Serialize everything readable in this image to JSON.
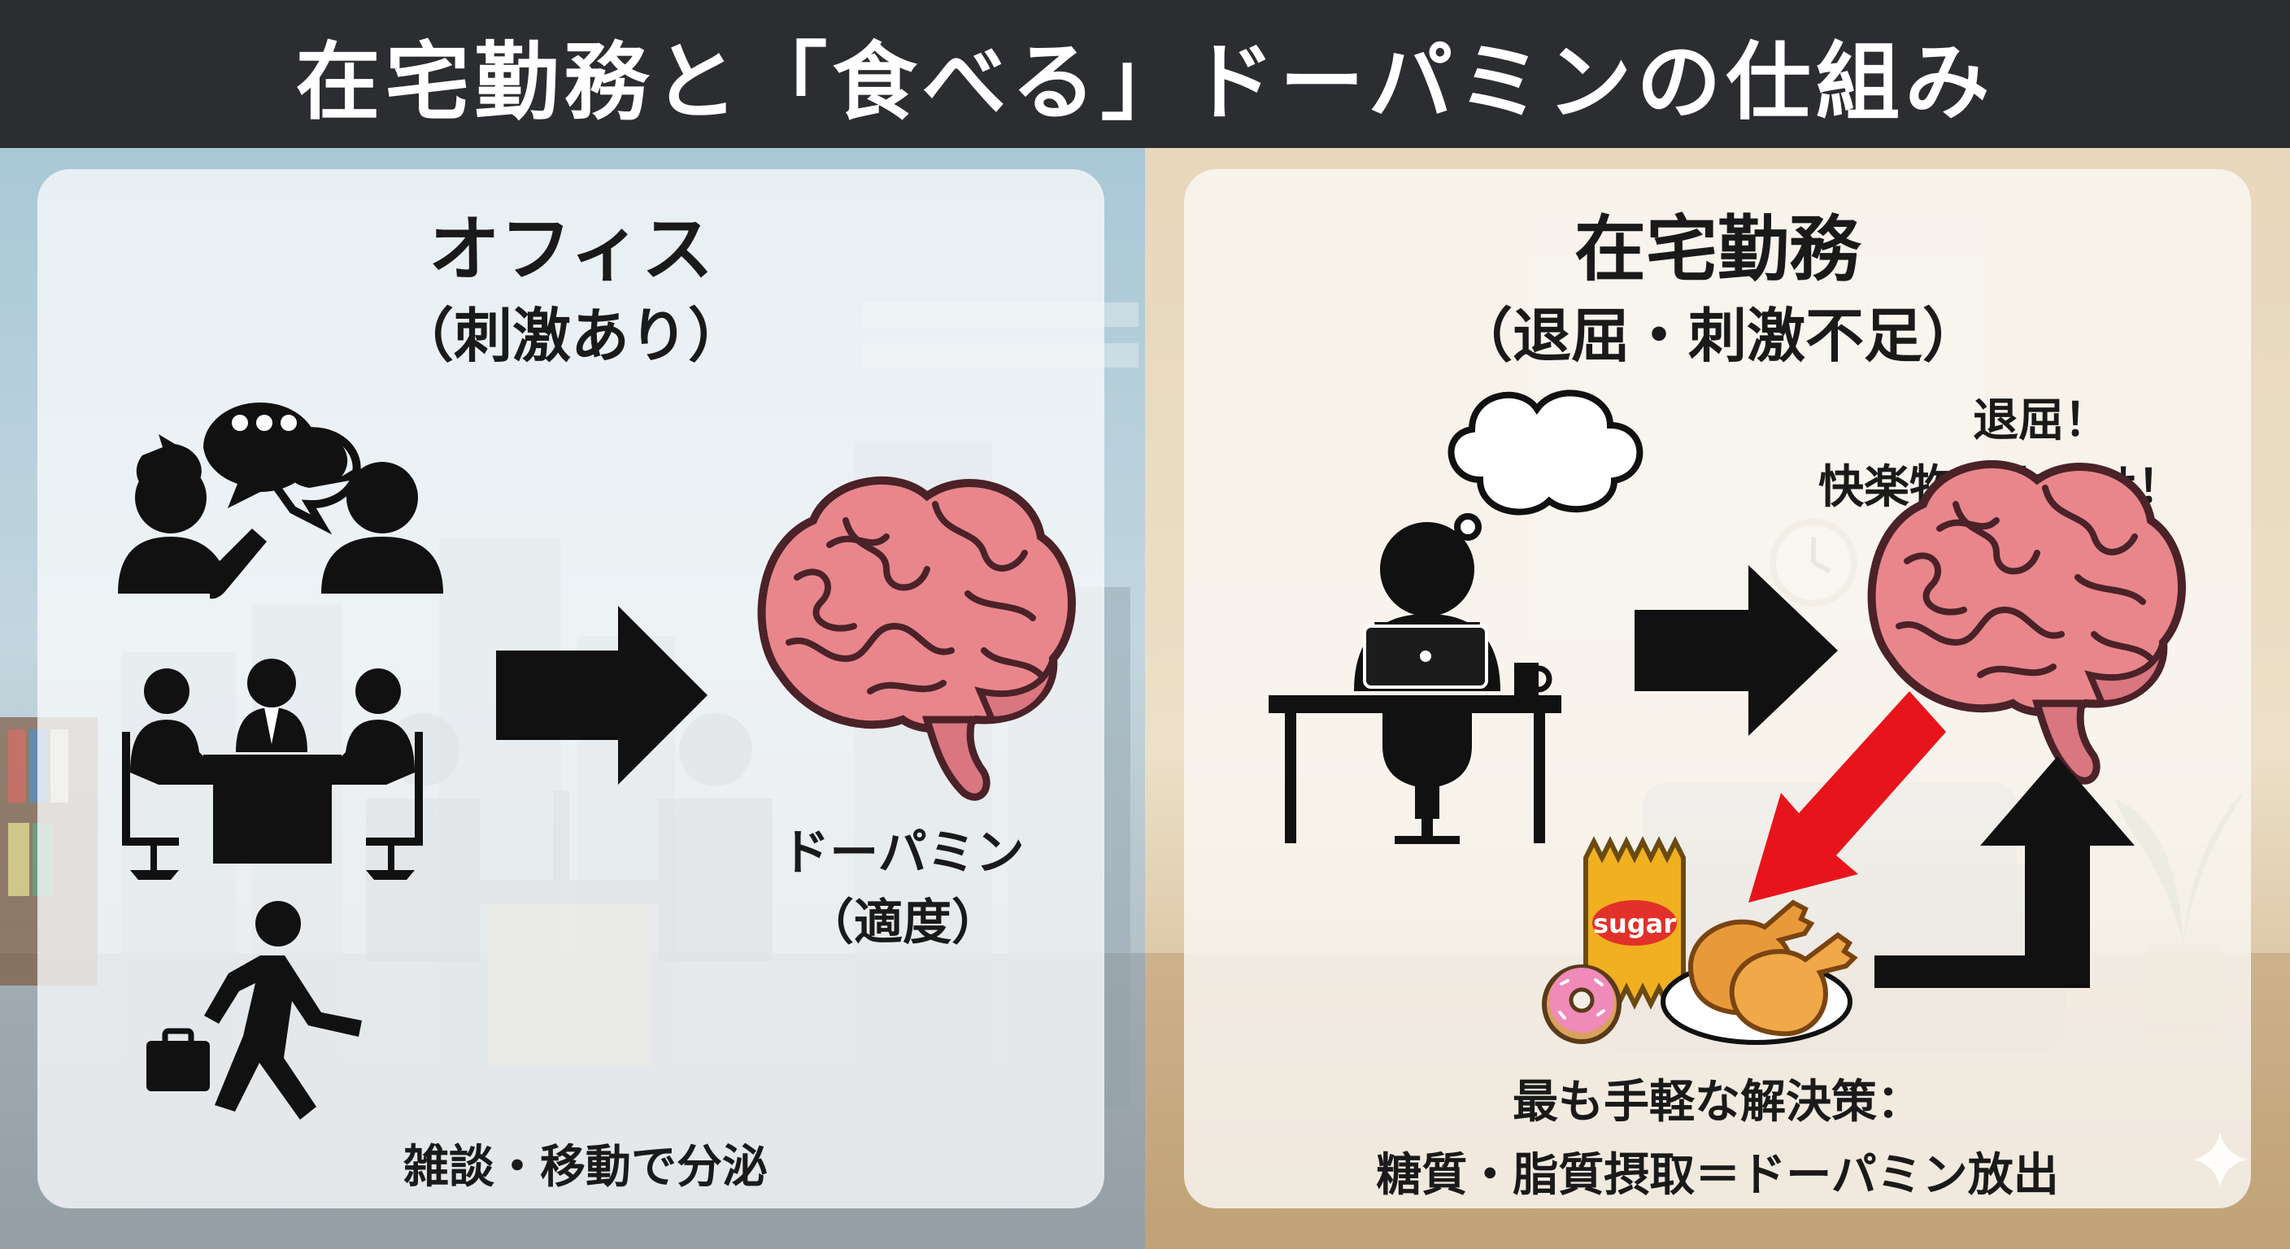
{
  "title": "在宅勤務と「食べる」ドーパミンの仕組み",
  "left": {
    "heading": "オフィス",
    "subheading": "（刺激あり）",
    "brain_label": "ドーパミン",
    "brain_sublabel": "（適度）",
    "footer": "雑談・移動で分泌"
  },
  "right": {
    "heading": "在宅勤務",
    "subheading": "（退屈・刺激不足）",
    "brain_callout_line1": "退屈！",
    "brain_callout_line2": "快楽物質よこせ！",
    "snack_label": "sugar",
    "footer_line1": "最も手軽な解決策：",
    "footer_line2": "糖質・脂質摂取＝ドーパミン放出"
  },
  "colors": {
    "title_bg": "#2b2d30",
    "brain_pink": "#e8868c",
    "brain_outline": "#4a2228",
    "arrow_black": "#111111",
    "arrow_red": "#e8141c",
    "snack_yellow": "#f0b020"
  }
}
